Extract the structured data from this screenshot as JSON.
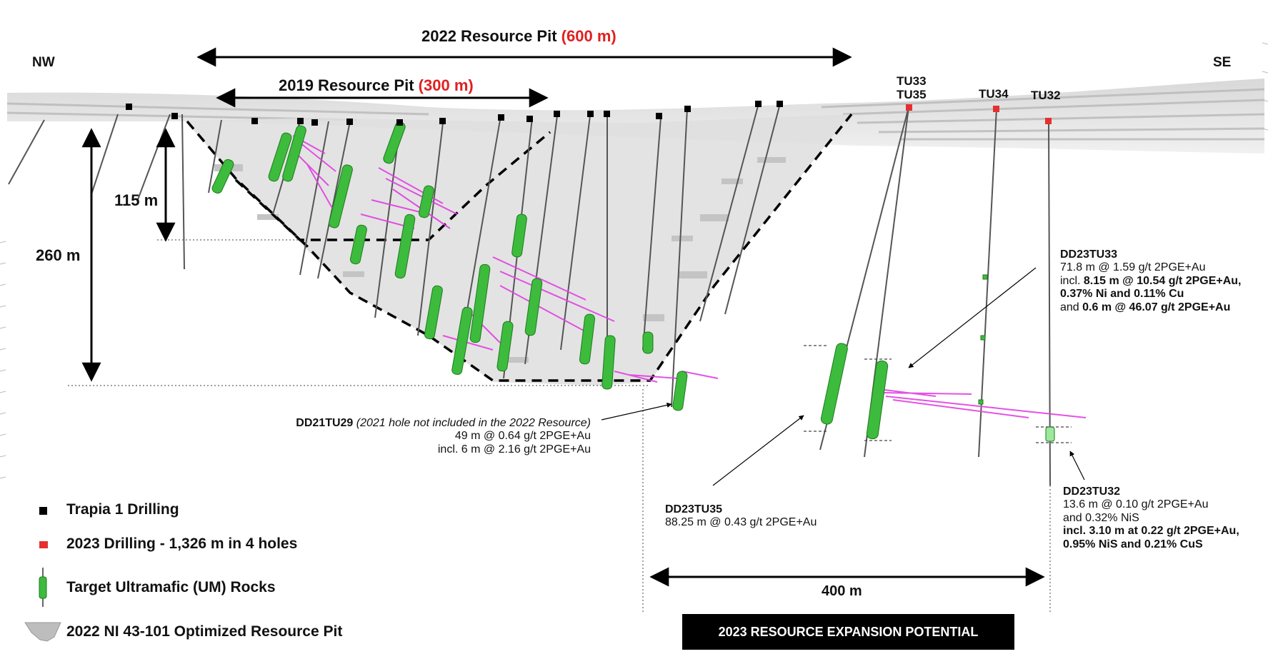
{
  "directions": {
    "left": "NW",
    "right": "SE"
  },
  "pits": {
    "p2022": {
      "label": "2022 Resource Pit",
      "width": "(600 m)"
    },
    "p2019": {
      "label": "2019 Resource Pit",
      "width": "(300 m)"
    }
  },
  "depths": {
    "d115": "115 m",
    "d260": "260 m"
  },
  "spacing": "400 m",
  "holes": {
    "tu33": "TU33",
    "tu35": "TU35",
    "tu34": "TU34",
    "tu32": "TU32"
  },
  "annotations": {
    "tu33": {
      "title": "DD23TU33",
      "line1": "71.8 m @ 1.59 g/t 2PGE+Au",
      "line2_prefix": "incl. ",
      "line2_bold": "8.15 m @ 10.54 g/t 2PGE+Au,",
      "line3_bold": "0.37% Ni and 0.11% Cu",
      "line4_prefix": "and ",
      "line4_bold": "0.6 m @ 46.07 g/t 2PGE+Au"
    },
    "tu29": {
      "title": "DD21TU29",
      "note": "(2021 hole not included in the 2022 Resource)",
      "line1": "49 m @ 0.64 g/t 2PGE+Au",
      "line2": "incl. 6 m @ 2.16 g/t 2PGE+Au"
    },
    "tu35": {
      "title": "DD23TU35",
      "line1": "88.25 m @ 0.43 g/t 2PGE+Au"
    },
    "tu32": {
      "title": "DD23TU32",
      "line1": "13.6 m @ 0.10 g/t 2PGE+Au",
      "line2": "and 0.32% NiS",
      "line3_bold": "incl. 3.10 m at 0.22 g/t 2PGE+Au,",
      "line4_bold": "0.95% NiS and 0.21% CuS"
    }
  },
  "legend": {
    "trapia": "Trapia 1 Drilling",
    "drilling2023": "2023 Drilling - 1,326 m in 4 holes",
    "um": "Target Ultramafic (UM) Rocks",
    "pit": "2022 NI 43-101 Optimized Resource Pit"
  },
  "banner": "2023 RESOURCE EXPANSION POTENTIAL",
  "colors": {
    "um_green": "#3dbb3d",
    "assay_magenta": "#e23ee2",
    "drill_2023": "#e53030",
    "drill_trapia": "#000000",
    "pit_fill": "#dcdcdc",
    "accent_red": "#e02020"
  }
}
